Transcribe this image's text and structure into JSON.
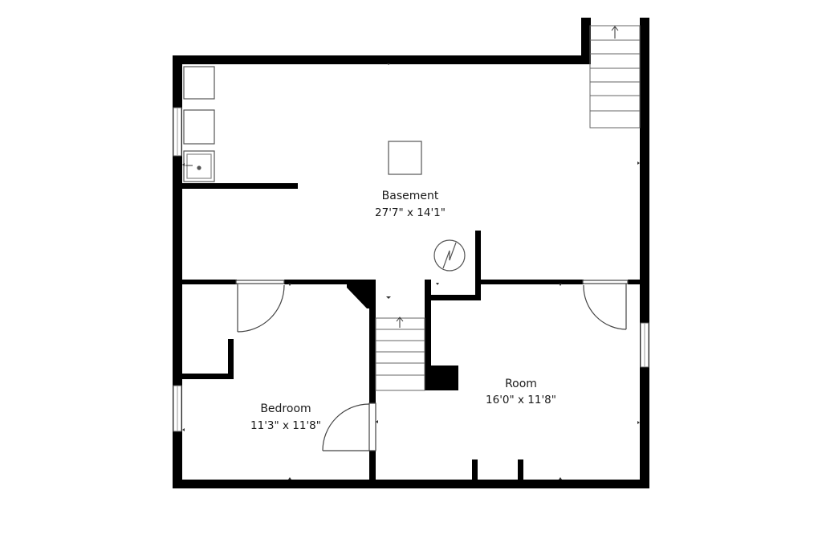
{
  "rooms": {
    "basement": {
      "name": "Basement",
      "dimensions": "27'7\" x 14'1\""
    },
    "bedroom": {
      "name": "Bedroom",
      "dimensions": "11'3\" x 11'8\""
    },
    "room": {
      "name": "Room",
      "dimensions": "16'0\" x 11'8\""
    }
  },
  "colors": {
    "wall": "#000000",
    "fixture_stroke": "#555555",
    "background": "#ffffff"
  },
  "icons": [
    "stair-arrow-icon",
    "water-heater-icon",
    "door-swing-icon",
    "window-icon",
    "sink-icon"
  ]
}
